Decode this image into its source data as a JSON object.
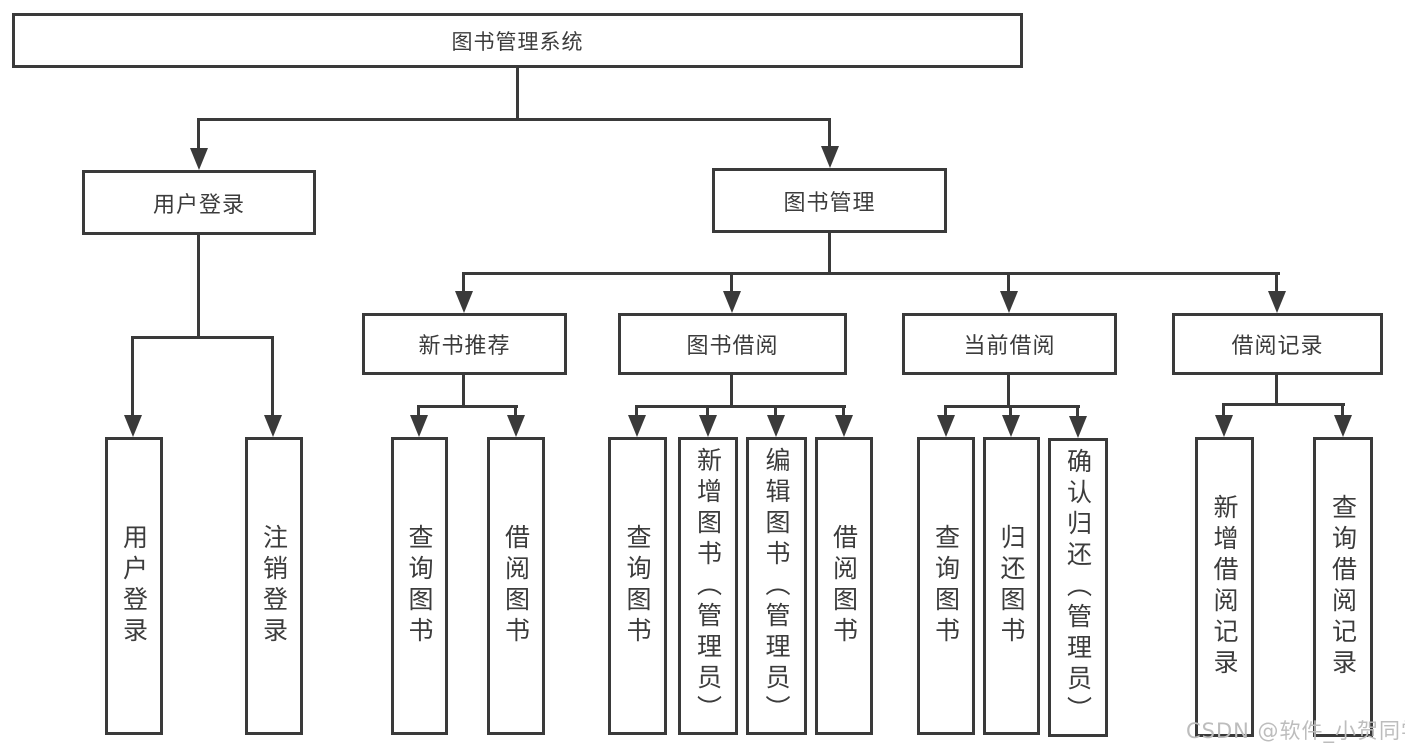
{
  "colors": {
    "background": "#ffffff",
    "line": "#3a3a3a",
    "box_border": "#3a3a3a",
    "box_fill": "#ffffff",
    "text": "#3c3c3c",
    "watermark": "#bdbdbd"
  },
  "tree": {
    "label": "图书管理系统",
    "children": [
      {
        "label": "用户登录",
        "children": [
          {
            "label": "用户登录"
          },
          {
            "label": "注销登录"
          }
        ]
      },
      {
        "label": "图书管理",
        "children": [
          {
            "label": "新书推荐",
            "children": [
              {
                "label": "查询图书"
              },
              {
                "label": "借阅图书"
              }
            ]
          },
          {
            "label": "图书借阅",
            "children": [
              {
                "label": "查询图书"
              },
              {
                "label": "新增图书（管理员）"
              },
              {
                "label": "编辑图书（管理员）"
              },
              {
                "label": "借阅图书"
              }
            ]
          },
          {
            "label": "当前借阅",
            "children": [
              {
                "label": "查询图书"
              },
              {
                "label": "归还图书"
              },
              {
                "label": "确认归还（管理员）"
              }
            ]
          },
          {
            "label": "借阅记录",
            "children": [
              {
                "label": "新增借阅记录"
              },
              {
                "label": "查询借阅记录"
              }
            ]
          }
        ]
      }
    ]
  },
  "watermark": {
    "text": "CSDN @软件_小贺同学"
  }
}
